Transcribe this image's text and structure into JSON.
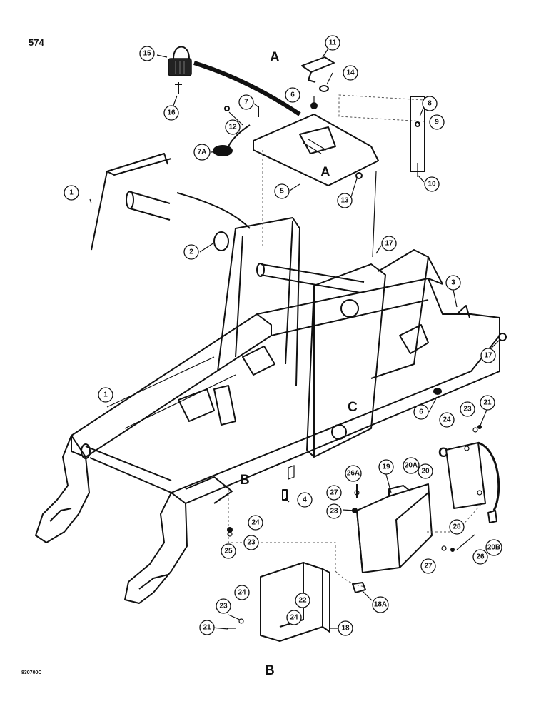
{
  "page_number": "574",
  "figure_code": "830700C",
  "view_letters": {
    "A1": "A",
    "A2": "A",
    "B1": "B",
    "B2": "B",
    "C1": "C",
    "C2": "C"
  },
  "callouts": {
    "c1a": "1",
    "c1b": "1",
    "c2": "2",
    "c3": "3",
    "c4": "4",
    "c5": "5",
    "c6a": "6",
    "c6b": "6",
    "c7": "7",
    "c7a": "7A",
    "c8": "8",
    "c9": "9",
    "c10": "10",
    "c11": "11",
    "c12": "12",
    "c13": "13",
    "c14": "14",
    "c15": "15",
    "c16": "16",
    "c17a": "17",
    "c17b": "17",
    "c18": "18",
    "c18a": "18A",
    "c19": "19",
    "c20": "20",
    "c20a": "20A",
    "c20b": "20B",
    "c21a": "21",
    "c21b": "21",
    "c22": "22",
    "c23a": "23",
    "c23b": "23",
    "c23c": "23",
    "c24a": "24",
    "c24b": "24",
    "c24c": "24",
    "c24d": "24",
    "c25": "25",
    "c26": "26",
    "c26a": "26A",
    "c27a": "27",
    "c27b": "27",
    "c28a": "28",
    "c28b": "28"
  }
}
